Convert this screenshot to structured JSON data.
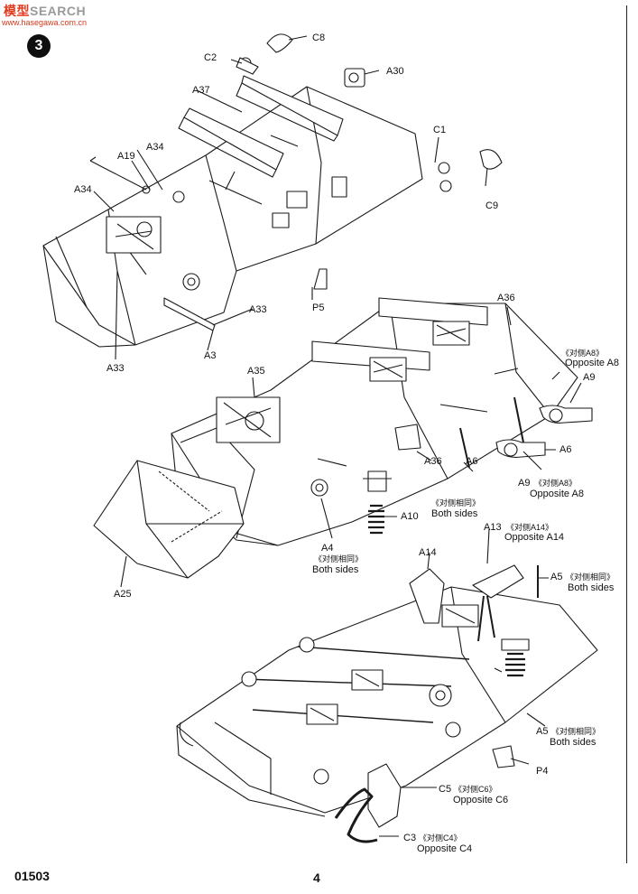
{
  "watermark": {
    "brand_a": "模型",
    "brand_b": "SEARCH",
    "url": "www.hasegawa.com.cn"
  },
  "step_number": "3",
  "labels": {
    "c8": "C8",
    "c2": "C2",
    "a30": "A30",
    "a37": "A37",
    "c1": "C1",
    "a19": "A19",
    "a34a": "A34",
    "a34b": "A34",
    "c9": "C9",
    "a33a": "A33",
    "p5": "P5",
    "a33b": "A33",
    "a3": "A3",
    "a36a": "A36",
    "opp_a8_cn": "《对侧A8》",
    "opp_a8_en": "Opposite A8",
    "a9a": "A9",
    "a35": "A35",
    "a6a": "A6",
    "a36b": "A36",
    "a6b": "A6",
    "a9b": "A9",
    "opp_a8b_cn": "《对侧A8》",
    "opp_a8b_en": "Opposite A8",
    "both_cn_1": "《对侧相同》",
    "both_en_1": "Both sides",
    "a10": "A10",
    "a4": "A4",
    "both_cn_2": "《对侧相同》",
    "both_en_2": "Both sides",
    "a25": "A25",
    "a13": "A13",
    "opp_a14_cn": "《对侧A14》",
    "opp_a14_en": "Opposite A14",
    "a14": "A14",
    "a5a": "A5",
    "both_cn_3": "《对侧相同》",
    "both_en_3": "Both sides",
    "a5b": "A5",
    "both_cn_4": "《对侧相同》",
    "both_en_4": "Both sides",
    "p4": "P4",
    "c5": "C5",
    "opp_c6_cn": "《对侧C6》",
    "opp_c6_en": "Opposite C6",
    "c3": "C3",
    "opp_c4_cn": "《对侧C4》",
    "opp_c4_en": "Opposite C4"
  },
  "footer": {
    "code": "01503",
    "page": "4"
  },
  "colors": {
    "line": "#1a1a1a",
    "fill": "#ffffff",
    "shade": "#dcdcdc"
  }
}
